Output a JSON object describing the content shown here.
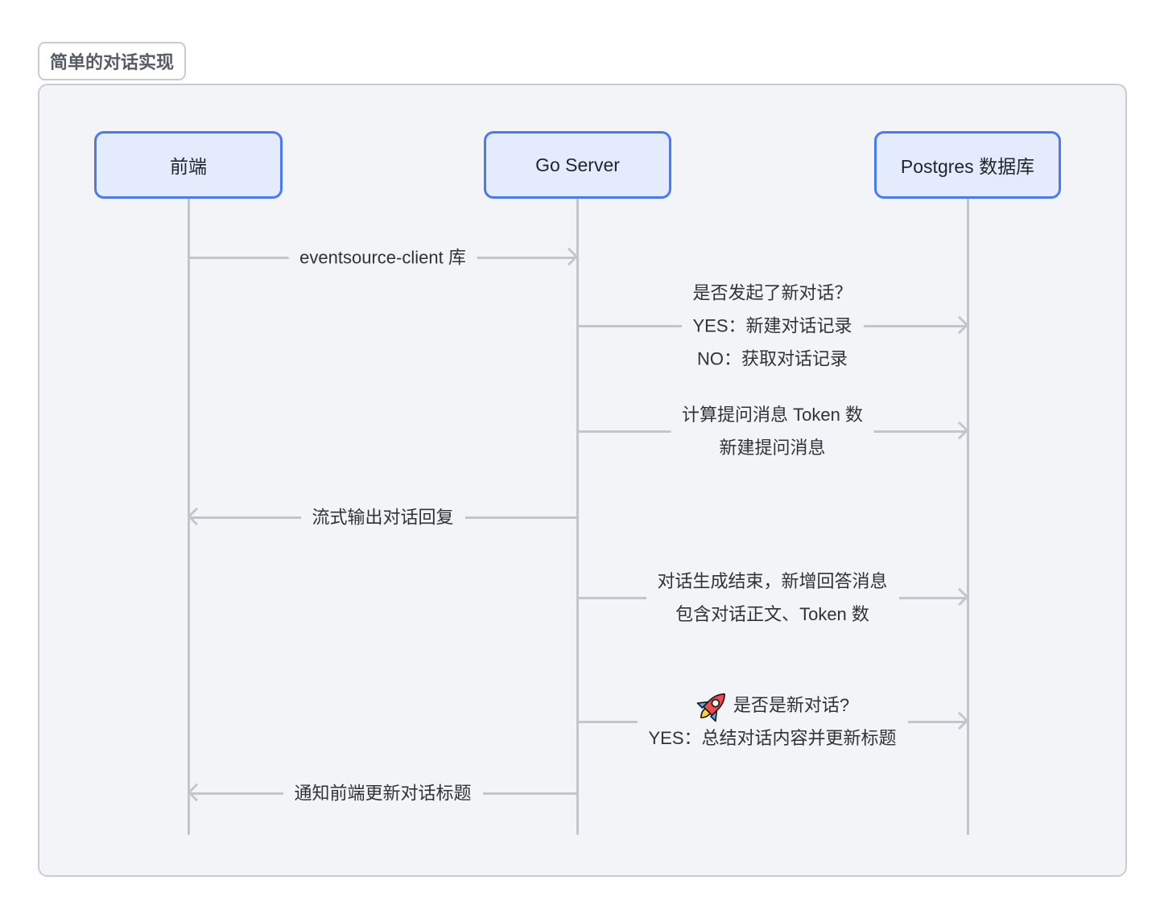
{
  "title": "简单的对话实现",
  "colors": {
    "panel_bg": "#f2f4f7",
    "panel_border": "#c9cdd3",
    "actor_border": "#4a79f6",
    "actor_bg": "#e4ebfd",
    "line_gray": "#c1c5cc",
    "text_dark": "#2e3339",
    "title_text": "#565c66"
  },
  "actors": [
    {
      "id": "frontend",
      "label": "前端"
    },
    {
      "id": "go-server",
      "label": "Go Server"
    },
    {
      "id": "postgres",
      "label": "Postgres 数据库"
    }
  ],
  "messages": [
    {
      "from": "前端",
      "to": "Go Server",
      "direction": "right",
      "lines": [
        "eventsource-client 库"
      ]
    },
    {
      "from": "Go Server",
      "to": "Postgres 数据库",
      "direction": "right",
      "lines": [
        "是否发起了新对话？",
        "YES：新建对话记录",
        "NO：获取对话记录"
      ]
    },
    {
      "from": "Go Server",
      "to": "Postgres 数据库",
      "direction": "right",
      "lines": [
        "计算提问消息 Token 数",
        "新建提问消息"
      ]
    },
    {
      "from": "Go Server",
      "to": "前端",
      "direction": "left",
      "lines": [
        "流式输出对话回复"
      ]
    },
    {
      "from": "Go Server",
      "to": "Postgres 数据库",
      "direction": "right",
      "lines": [
        "对话生成结束，新增回答消息",
        "包含对话正文、Token 数"
      ]
    },
    {
      "from": "Go Server",
      "to": "Postgres 数据库",
      "direction": "right",
      "icon": "rocket-emoji",
      "lines": [
        "是否是新对话?",
        "YES：总结对话内容并更新标题"
      ]
    },
    {
      "from": "Go Server",
      "to": "前端",
      "direction": "left",
      "lines": [
        "通知前端更新对话标题"
      ]
    }
  ]
}
